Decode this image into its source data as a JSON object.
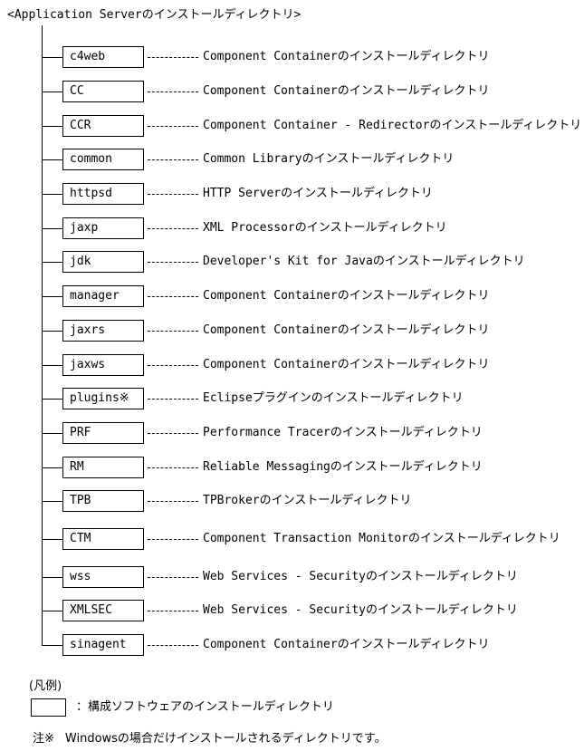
{
  "title": "<Application Serverのインストールディレクトリ>",
  "entries": [
    {
      "name": "c4web",
      "desc": "Component Containerのインストールディレクトリ"
    },
    {
      "name": "CC",
      "desc": "Component Containerのインストールディレクトリ"
    },
    {
      "name": "CCR",
      "desc": "Component Container - Redirectorのインストールディレクトリ"
    },
    {
      "name": "common",
      "desc": "Common Libraryのインストールディレクトリ"
    },
    {
      "name": "httpsd",
      "desc": "HTTP Serverのインストールディレクトリ"
    },
    {
      "name": "jaxp",
      "desc": "XML Processorのインストールディレクトリ"
    },
    {
      "name": "jdk",
      "desc": "Developer's Kit for Javaのインストールディレクトリ"
    },
    {
      "name": "manager",
      "desc": "Component Containerのインストールディレクトリ"
    },
    {
      "name": "jaxrs",
      "desc": "Component Containerのインストールディレクトリ"
    },
    {
      "name": "jaxws",
      "desc": "Component Containerのインストールディレクトリ"
    },
    {
      "name": "plugins※",
      "desc": "Eclipseプラグインのインストールディレクトリ"
    },
    {
      "name": "PRF",
      "desc": "Performance Tracerのインストールディレクトリ"
    },
    {
      "name": "RM",
      "desc": "Reliable Messagingのインストールディレクトリ"
    },
    {
      "name": "TPB",
      "desc": "TPBrokerのインストールディレクトリ"
    },
    {
      "name": "CTM",
      "desc": "Component Transaction Monitorのインストールディレクトリ"
    },
    {
      "name": "wss",
      "desc": "Web Services - Securityのインストールディレクトリ"
    },
    {
      "name": "XMLSEC",
      "desc": "Web Services - Securityのインストールディレクトリ"
    },
    {
      "name": "sinagent",
      "desc": "Component Containerのインストールディレクトリ"
    }
  ],
  "legend": {
    "title": "(凡例)",
    "box_desc": "：構成ソフトウェアのインストールディレクトリ"
  },
  "note": {
    "mark": "注※",
    "text": "Windowsの場合だけインストールされるディレクトリです。"
  }
}
